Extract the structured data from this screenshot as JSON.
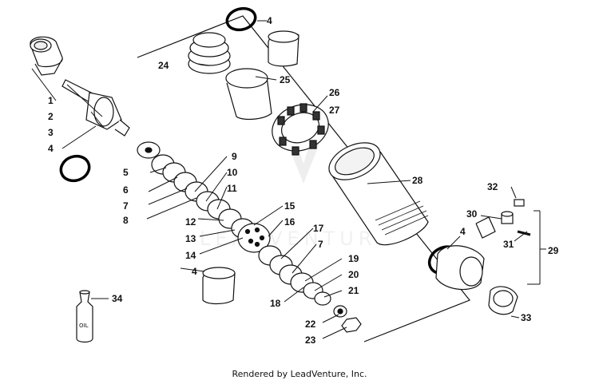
{
  "footer": "Rendered by LeadVenture, Inc.",
  "watermark": "LEADVENTURE",
  "oil_label": "OIL",
  "part_numbers": [
    "1",
    "2",
    "3",
    "4",
    "4",
    "4",
    "4",
    "5",
    "6",
    "7",
    "7",
    "8",
    "9",
    "10",
    "11",
    "12",
    "13",
    "14",
    "15",
    "16",
    "17",
    "18",
    "19",
    "20",
    "21",
    "22",
    "23",
    "24",
    "25",
    "26",
    "27",
    "28",
    "29",
    "30",
    "31",
    "32",
    "33",
    "34"
  ],
  "colors": {
    "line": "#111111",
    "gear_dark": "#333333",
    "watermark": "#d9d9d9"
  }
}
